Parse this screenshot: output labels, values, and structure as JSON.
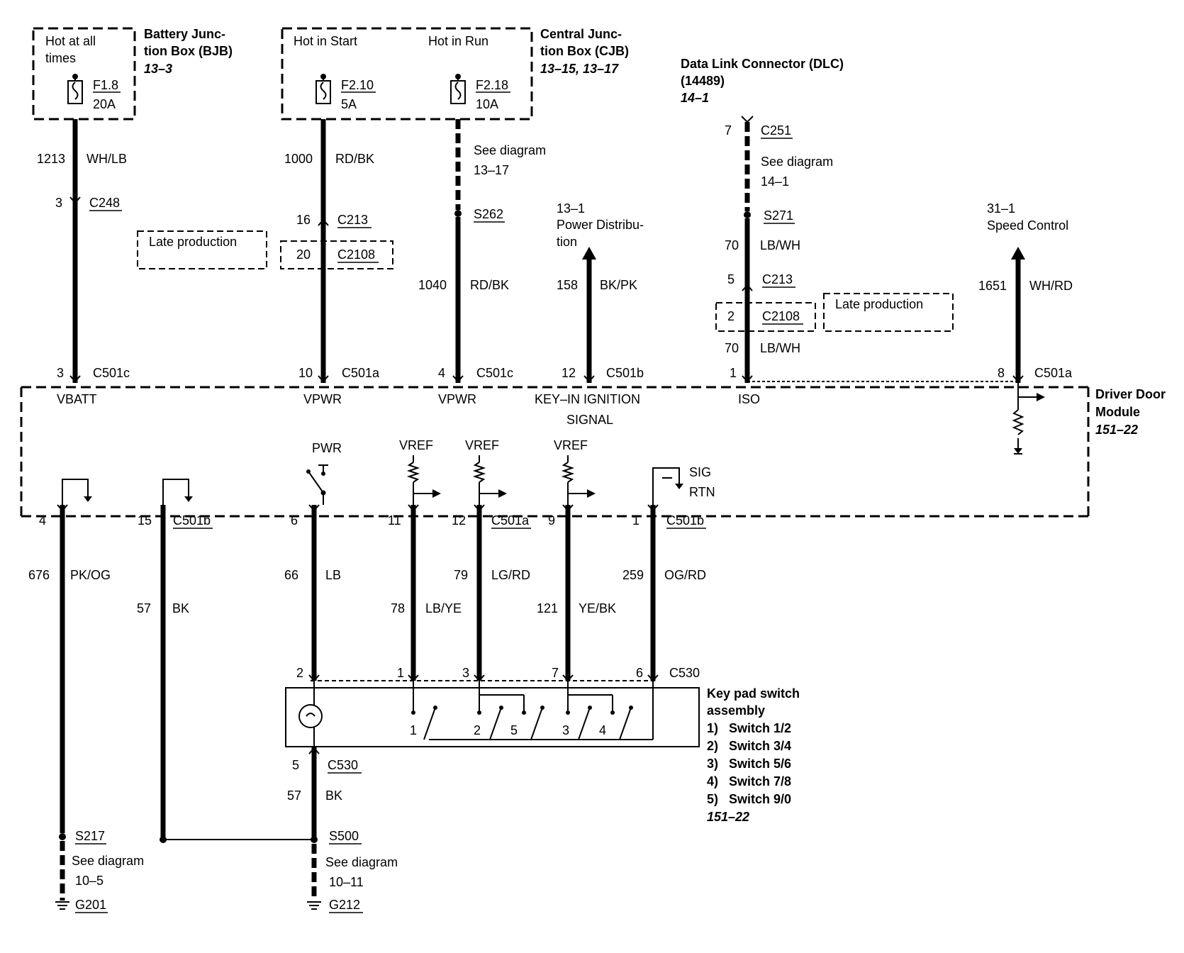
{
  "boxes": {
    "bjb": {
      "hot": [
        "Hot at all",
        "times"
      ],
      "title": [
        "Battery Junc-",
        "tion Box (BJB)"
      ],
      "ref": "13–3",
      "fuse": {
        "id": "F1.8",
        "rating": "20A"
      }
    },
    "cjb": {
      "hot_start": "Hot in Start",
      "hot_run": "Hot in Run",
      "title": [
        "Central Junc-",
        "tion Box (CJB)"
      ],
      "ref": "13–15, 13–17",
      "fuse1": {
        "id": "F2.10",
        "rating": "5A"
      },
      "fuse2": {
        "id": "F2.18",
        "rating": "10A"
      }
    },
    "dlc": {
      "title": [
        "Data Link Connector (DLC)",
        "(14489)"
      ],
      "ref": "14–1"
    },
    "ddm": {
      "title": [
        "Driver Door",
        "Module"
      ],
      "ref": "151–22"
    },
    "keypad": {
      "title": [
        "Key pad switch",
        "assembly"
      ],
      "items": [
        "1)   Switch 1/2",
        "2)   Switch 3/4",
        "3)   Switch 5/6",
        "4)   Switch 7/8",
        "5)   Switch 9/0"
      ],
      "ref": "151–22"
    }
  },
  "late_production": "Late production",
  "top_wires": {
    "w1213": {
      "circuit": "1213",
      "color": "WH/LB",
      "conn_pin": "3",
      "conn": "C248",
      "mod_pin": "3",
      "mod_conn": "C501c",
      "signal": "VBATT"
    },
    "w1000": {
      "circuit": "1000",
      "color": "RD/BK",
      "pin1": "16",
      "conn1": "C213",
      "pin2": "20",
      "conn2": "C2108",
      "mod_pin": "10",
      "mod_conn": "C501a",
      "signal": "VPWR"
    },
    "w1040": {
      "see": [
        "See diagram",
        "13–17"
      ],
      "splice": "S262",
      "circuit": "1040",
      "color": "RD/BK",
      "mod_pin": "4",
      "mod_conn": "C501c",
      "signal": "VPWR"
    },
    "w158": {
      "dest": [
        "13–1",
        "Power Distribu-",
        "tion"
      ],
      "circuit": "158",
      "color": "BK/PK",
      "mod_pin": "12",
      "mod_conn": "C501b",
      "signal": [
        "KEY–IN IGNITION",
        "SIGNAL"
      ]
    },
    "w70": {
      "pin_top": "7",
      "conn_top": "C251",
      "see": [
        "See diagram",
        "14–1"
      ],
      "splice": "S271",
      "circuit": "70",
      "color": "LB/WH",
      "pin1": "5",
      "conn1": "C213",
      "pin2": "2",
      "conn2": "C2108",
      "circuit2": "70",
      "color2": "LB/WH",
      "mod_pin": "1",
      "signal": "ISO"
    },
    "w1651": {
      "dest": [
        "31–1",
        "Speed Control"
      ],
      "circuit": "1651",
      "color": "WH/RD",
      "mod_pin": "8",
      "mod_conn": "C501a"
    }
  },
  "module_internal": {
    "pwr": "PWR",
    "vref": "VREF",
    "sig": "SIG",
    "rtn": "RTN"
  },
  "bottom_wires": {
    "w676": {
      "pin": "4",
      "circuit": "676",
      "color": "PK/OG",
      "splice": "S217",
      "see": [
        "See diagram",
        "10–5"
      ],
      "ground": "G201"
    },
    "w57a": {
      "pin": "15",
      "conn": "C501b",
      "circuit": "57",
      "color": "BK"
    },
    "w66": {
      "pin": "6",
      "circuit": "66",
      "color": "LB",
      "kp_pin": "2"
    },
    "w78": {
      "pin": "11",
      "circuit": "78",
      "color": "LB/YE",
      "kp_pin": "1"
    },
    "w79": {
      "pin": "12",
      "conn": "C501a",
      "circuit": "79",
      "color": "LG/RD",
      "kp_pin": "3"
    },
    "w121": {
      "pin": "9",
      "circuit": "121",
      "color": "YE/BK",
      "kp_pin": "7"
    },
    "w259": {
      "pin": "1",
      "conn": "C501b",
      "circuit": "259",
      "color": "OG/RD",
      "kp_pin": "6",
      "kp_conn": "C530"
    },
    "w57b": {
      "pin": "5",
      "conn": "C530",
      "circuit": "57",
      "color": "BK",
      "splice": "S500",
      "see": [
        "See diagram",
        "10–11"
      ],
      "ground": "G212"
    }
  },
  "keypad_switches": [
    "1",
    "2",
    "5",
    "3",
    "4"
  ]
}
